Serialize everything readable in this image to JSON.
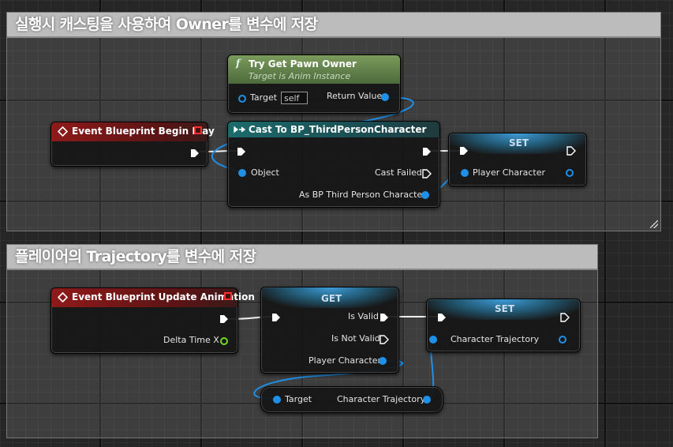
{
  "comments": {
    "top": {
      "title": "실행시 캐스팅을 사용하여 Owner를 변수에 저장"
    },
    "bottom": {
      "title": "플레이어의 Trajectory를 변수에 저장"
    }
  },
  "nodes": {
    "begin_play": {
      "title": "Event Blueprint Begin Play"
    },
    "try_get_pawn": {
      "title": "Try Get Pawn Owner",
      "subtitle": "Target is Anim Instance",
      "target_label": "Target",
      "target_value": "self",
      "return_label": "Return Value",
      "function_glyph": "f"
    },
    "cast": {
      "title": "Cast To BP_ThirdPersonCharacter",
      "object_label": "Object",
      "cast_failed_label": "Cast Failed",
      "as_label": "As BP Third Person Character"
    },
    "set_player": {
      "title": "SET",
      "var_label": "Player Character"
    },
    "update_anim": {
      "title": "Event Blueprint Update Animation",
      "delta_label": "Delta Time X"
    },
    "get_valid": {
      "title": "GET",
      "is_valid_label": "Is Valid",
      "is_not_valid_label": "Is Not Valid",
      "input_label": "Player Character"
    },
    "set_traj": {
      "title": "SET",
      "var_label": "Character Trajectory"
    },
    "traj_getter": {
      "target_label": "Target",
      "output_label": "Character Trajectory"
    }
  },
  "icons": [
    "event-diamond-icon",
    "close-icon",
    "function-icon",
    "cast-icon",
    "exec-pin-icon",
    "data-pin-icon"
  ],
  "colors": {
    "event_header": "#8f1a1a",
    "function_header": "#6b8b4e",
    "cast_header": "#1c6b6b",
    "variable_pin": "#1e90e8",
    "float_pin": "#6edc20",
    "exec_pin": "#ffffff"
  }
}
